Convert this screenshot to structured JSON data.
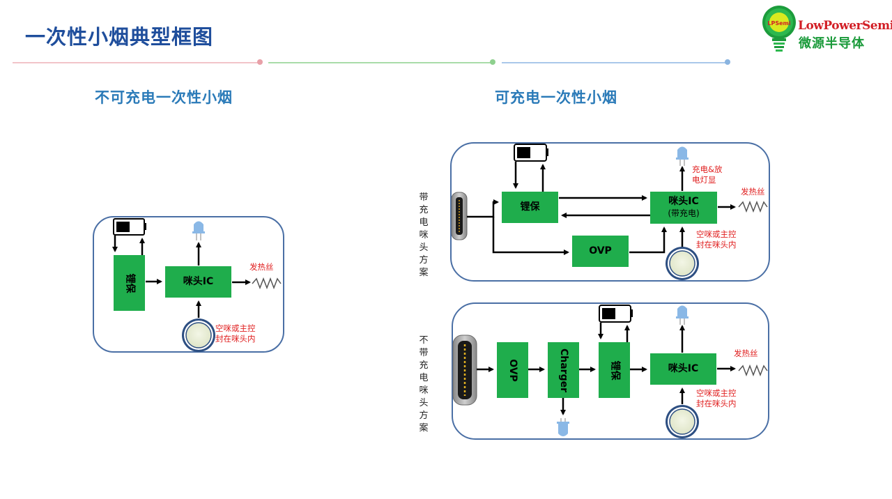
{
  "page": {
    "title": "一次性小烟典型框图"
  },
  "logo": {
    "badge": "LPSemi",
    "wordmark": "LowPowerSemi",
    "cn_name": "微源半导体"
  },
  "left": {
    "section_title": "不可充电一次性小烟",
    "block_battery_protect": "锂保",
    "block_ic": "咪头IC",
    "heater_label": "发热丝",
    "mic_label_line1": "空咪或主控",
    "mic_label_line2": "封在咪头内"
  },
  "right": {
    "section_title": "可充电一次性小烟",
    "top": {
      "side_label": "带充电咪头方案",
      "block_battery_protect": "锂保",
      "block_ovp": "OVP",
      "block_ic": "咪头IC",
      "block_ic_sub": "(带充电)",
      "led_label_line1": "充电&放",
      "led_label_line2": "电灯显",
      "heater_label": "发热丝",
      "mic_label_line1": "空咪或主控",
      "mic_label_line2": "封在咪头内"
    },
    "bottom": {
      "side_label": "不带充电咪头方案",
      "block_ovp": "OVP",
      "block_charger": "Charger",
      "block_battery_protect": "锂保",
      "block_ic": "咪头IC",
      "heater_label": "发热丝",
      "mic_label_line1": "空咪或主控",
      "mic_label_line2": "封在咪头内"
    }
  },
  "colors": {
    "title_blue": "#1f4e9c",
    "section_blue": "#2a7ab8",
    "block_green": "#1fad4c",
    "panel_border": "#4a6fa5",
    "annotation_red": "#e02020",
    "led_blue": "#8ab8e6",
    "rule_pink": "#e8a0a8",
    "rule_green": "#8ed08e",
    "rule_blue": "#8ab4e0"
  }
}
